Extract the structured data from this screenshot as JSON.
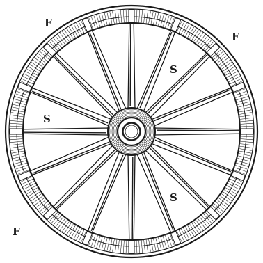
{
  "diagram": {
    "spoke_count": 16,
    "labels": {
      "felloe_top_left": "F",
      "felloe_top_right": "F",
      "felloe_bottom_left": "F",
      "spoke_upper_right": "S",
      "spoke_left": "S",
      "spoke_lower_right": "S"
    },
    "colors": {
      "ink": "#1a1a1a",
      "paper": "#ffffff"
    }
  }
}
